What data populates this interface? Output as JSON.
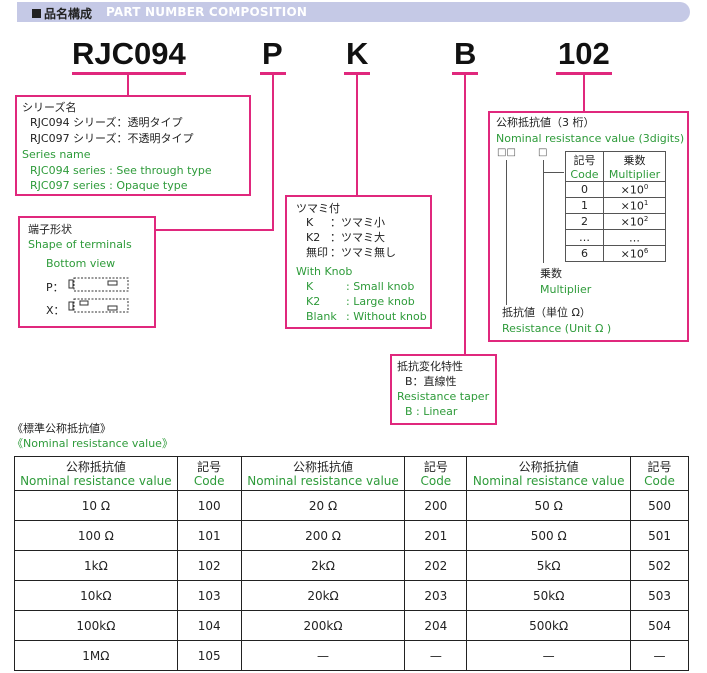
{
  "header": {
    "title_jp": "品名構成",
    "title_en": "PART NUMBER COMPOSITION"
  },
  "part_number": {
    "series": "RJC094",
    "terminal": "P",
    "knob": "K",
    "taper": "B",
    "resistance": "102"
  },
  "series_box": {
    "title_jp": "シリーズ名",
    "line1_jp": "RJC094 シリーズ：透明タイプ",
    "line2_jp": "RJC097 シリーズ：不透明タイプ",
    "title_en": "Series name",
    "line1_en": "RJC094 series : See through type",
    "line2_en": "RJC097 series : Opaque type"
  },
  "terminal_box": {
    "title_jp": "端子形状",
    "title_en": "Shape of terminals",
    "view": "Bottom view",
    "p_label": "P：",
    "x_label": "X："
  },
  "knob_box": {
    "title_jp": "ツマミ付",
    "k_code": "K",
    "k_jp": "：ツマミ小",
    "k2_code": "K2",
    "k2_jp": "：ツマミ大",
    "none_code": "無印",
    "none_jp": "：ツマミ無し",
    "title_en": "With Knob",
    "k_en": ": Small knob",
    "k2_en": ": Large knob",
    "blank_code": "Blank",
    "blank_en": ": Without knob"
  },
  "taper_box": {
    "title_jp": "抵抗変化特性",
    "b_jp": "B：直線性",
    "title_en": "Resistance taper",
    "b_en": "B : Linear"
  },
  "resistance_box": {
    "title_jp": "公称抵抗値（3 桁）",
    "title_en": "Nominal resistance value (3digits)",
    "digits_left": "□□",
    "digit_right": "□",
    "col_code_jp": "記号",
    "col_code_en": "Code",
    "col_mult_jp": "乗数",
    "col_mult_en": "Multiplier",
    "rows": [
      {
        "code": "0",
        "base": "×10",
        "exp": "0"
      },
      {
        "code": "1",
        "base": "×10",
        "exp": "1"
      },
      {
        "code": "2",
        "base": "×10",
        "exp": "2"
      },
      {
        "code": "…",
        "base": "…",
        "exp": ""
      },
      {
        "code": "6",
        "base": "×10",
        "exp": "6"
      }
    ],
    "multiplier_jp": "乗数",
    "multiplier_en": "Multiplier",
    "resistance_jp": "抵抗値（単位 Ω）",
    "resistance_en": "Resistance (Unit Ω )"
  },
  "standard_table": {
    "title_jp": "《標準公称抵抗値》",
    "title_en": "《Nominal resistance value》",
    "header_value_jp": "公称抵抗値",
    "header_value_en": "Nominal resistance value",
    "header_code_jp": "記号",
    "header_code_en": "Code",
    "rows": [
      [
        "10 Ω",
        "100",
        "20 Ω",
        "200",
        "50 Ω",
        "500"
      ],
      [
        "100 Ω",
        "101",
        "200 Ω",
        "201",
        "500 Ω",
        "501"
      ],
      [
        "1kΩ",
        "102",
        "2kΩ",
        "202",
        "5kΩ",
        "502"
      ],
      [
        "10kΩ",
        "103",
        "20kΩ",
        "203",
        "50kΩ",
        "503"
      ],
      [
        "100kΩ",
        "104",
        "200kΩ",
        "204",
        "500kΩ",
        "504"
      ],
      [
        "1MΩ",
        "105",
        "—",
        "—",
        "—",
        "—"
      ]
    ]
  },
  "colors": {
    "accent": "#e0287d",
    "english_text": "#2e9b3a",
    "header_bar": "#c5c9e6"
  }
}
